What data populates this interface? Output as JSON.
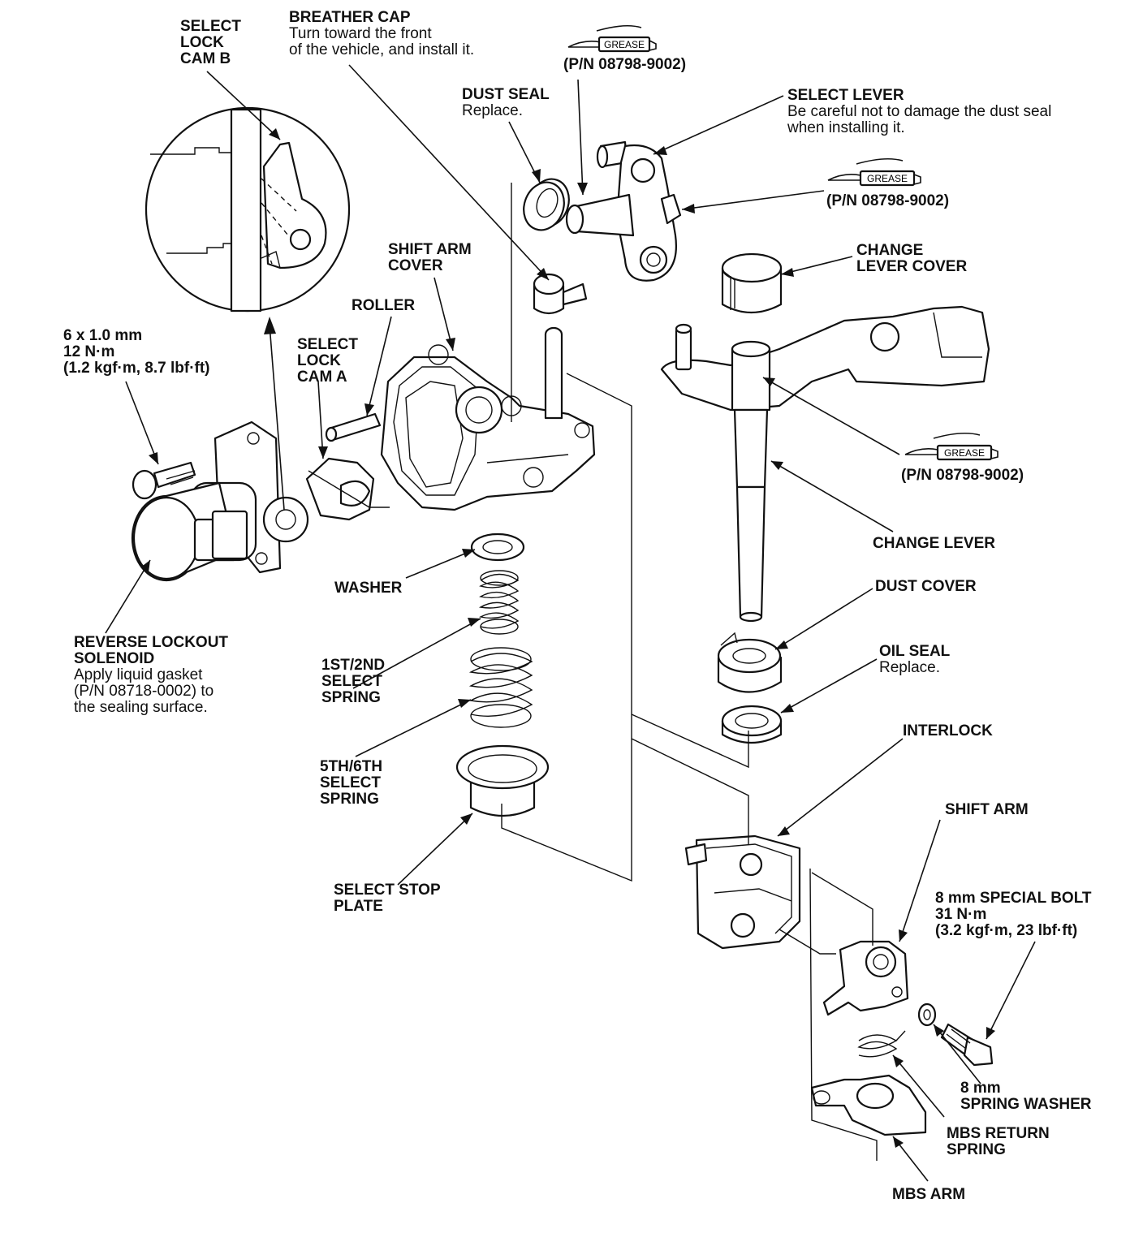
{
  "labels": {
    "select_lock_cam_b": "SELECT\nLOCK\nCAM B",
    "breather_cap_title": "BREATHER CAP",
    "breather_cap_note": "Turn toward the front\nof the vehicle, and install it.",
    "dust_seal_title": "DUST SEAL",
    "dust_seal_note": "Replace.",
    "grease_pn_1": "(P/N 08798-9002)",
    "select_lever_title": "SELECT LEVER",
    "select_lever_note": "Be careful not to damage the dust seal\nwhen installing it.",
    "grease_pn_2": "(P/N 08798-9002)",
    "change_lever_cover": "CHANGE\nLEVER COVER",
    "shift_arm_cover": "SHIFT ARM\nCOVER",
    "roller": "ROLLER",
    "select_lock_cam_a": "SELECT\nLOCK\nCAM A",
    "bolt_6mm": "6 x 1.0 mm\n12 N·m\n(1.2 kgf·m, 8.7 lbf·ft)",
    "grease_pn_3": "(P/N 08798-9002)",
    "change_lever": "CHANGE LEVER",
    "washer": "WASHER",
    "dust_cover": "DUST COVER",
    "oil_seal_title": "OIL SEAL",
    "oil_seal_note": "Replace.",
    "reverse_lockout_title": "REVERSE LOCKOUT\nSOLENOID",
    "reverse_lockout_note": "Apply liquid gasket\n(P/N 08718-0002) to\nthe sealing surface.",
    "spring_1st_2nd": "1ST/2ND\nSELECT\nSPRING",
    "interlock": "INTERLOCK",
    "spring_5th_6th": "5TH/6TH\nSELECT\nSPRING",
    "shift_arm": "SHIFT ARM",
    "special_bolt": "8 mm SPECIAL BOLT\n31 N·m\n(3.2 kgf·m, 23 lbf·ft)",
    "select_stop_plate": "SELECT STOP\nPLATE",
    "spring_washer": "8 mm\nSPRING WASHER",
    "mbs_return_spring": "MBS RETURN\nSPRING",
    "mbs_arm": "MBS ARM"
  },
  "grease_tag": "GREASE"
}
